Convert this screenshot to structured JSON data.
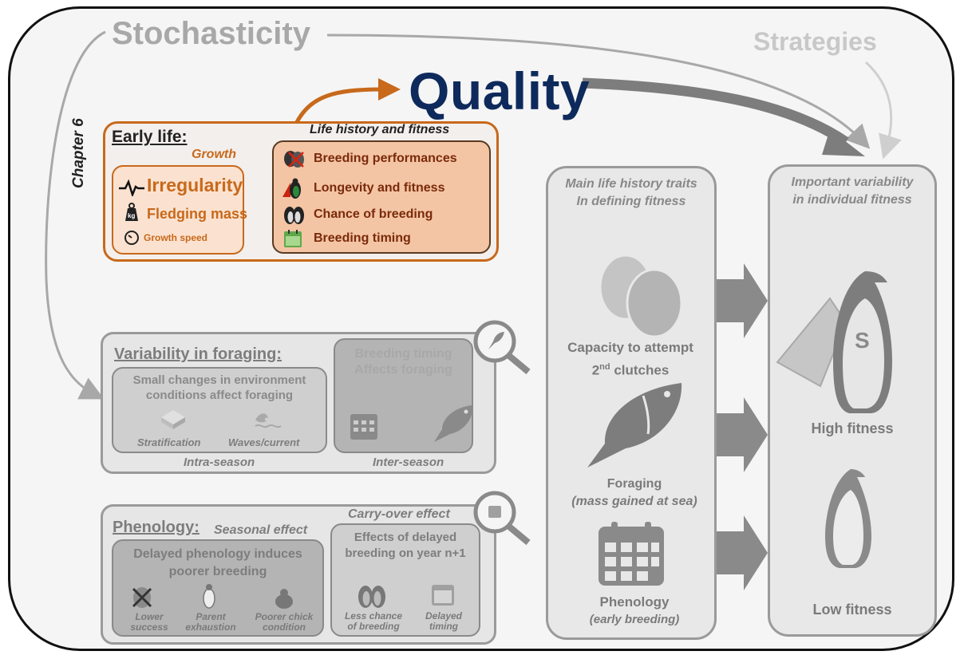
{
  "header": {
    "stochasticity": "Stochasticity",
    "quality": "Quality",
    "strategies": "Strategies",
    "chapter": "Chapter 6"
  },
  "early_life": {
    "title": "Early life:",
    "growth_label": "Growth",
    "life_history_label": "Life history and fitness",
    "growth_items": [
      "Irregularity",
      "Fledging mass",
      "Growth speed"
    ],
    "life_history_items": [
      "Breeding performances",
      "Longevity and fitness",
      "Chance of breeding",
      "Breeding timing"
    ]
  },
  "foraging": {
    "title": "Variability in foraging:",
    "intra_text_1": "Small changes in environment",
    "intra_text_2": "conditions affect foraging",
    "stratification": "Stratification",
    "waves": "Waves/current",
    "intra_season": "Intra-season",
    "inter_text_1": "Breeding timing",
    "inter_text_2": "Affects foraging",
    "inter_season": "Inter-season"
  },
  "phenology": {
    "title": "Phenology:",
    "seasonal_effect": "Seasonal effect",
    "carry_over": "Carry-over effect",
    "delayed_text_1": "Delayed phenology induces",
    "delayed_text_2": "poorer breeding",
    "icons": [
      {
        "l1": "Lower",
        "l2": "success"
      },
      {
        "l1": "Parent",
        "l2": "exhaustion"
      },
      {
        "l1": "Poorer chick",
        "l2": "condition"
      }
    ],
    "carry_text_1": "Effects of delayed",
    "carry_text_2": "breeding on year n+1",
    "carry_icons": [
      {
        "l1": "Less chance",
        "l2": "of breeding"
      },
      {
        "l1": "Delayed",
        "l2": "timing"
      }
    ]
  },
  "traits": {
    "header_1": "Main life history traits",
    "header_2": "In defining fitness",
    "clutch_1": "Capacity to attempt",
    "clutch_2a": "2",
    "clutch_2sup": "nd",
    "clutch_2b": " clutches",
    "foraging_1": "Foraging",
    "foraging_2": "(mass gained at sea)",
    "phenology_1": "Phenology",
    "phenology_2": "(early breeding)"
  },
  "fitness": {
    "header_1": "Important variability",
    "header_2": "in individual fitness",
    "superhero_letter": "S",
    "high": "High fitness",
    "low": "Low fitness"
  },
  "colors": {
    "orange": "#c8691b",
    "navy": "#0e2a5c",
    "gray": "#9a9a9a"
  }
}
